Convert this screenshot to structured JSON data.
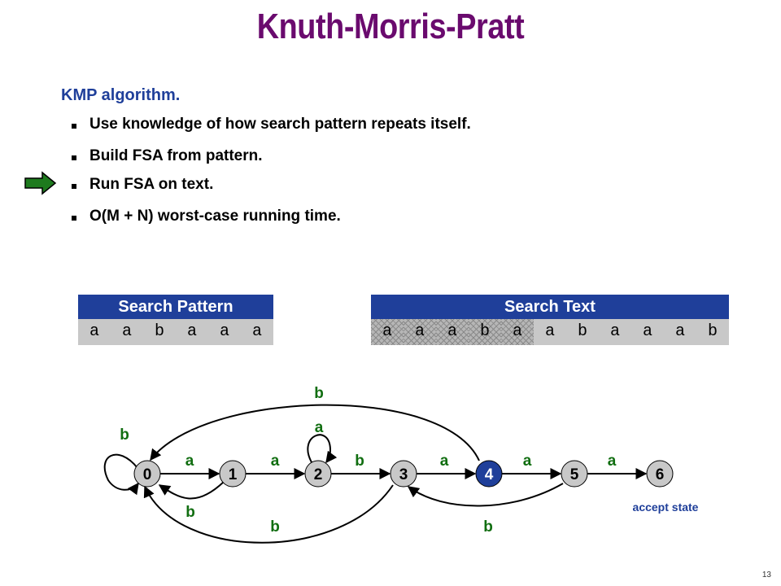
{
  "title": "Knuth-Morris-Pratt",
  "subtitle": "KMP algorithm.",
  "bullets": [
    "Use knowledge of how search pattern repeats itself.",
    "Build FSA from pattern.",
    "Run FSA on text.",
    "O(M + N) worst-case running time."
  ],
  "current_bullet_index": 2,
  "search_pattern": {
    "header": "Search Pattern",
    "chars": [
      "a",
      "a",
      "b",
      "a",
      "a",
      "a"
    ]
  },
  "search_text": {
    "header": "Search Text",
    "chars": [
      "a",
      "a",
      "a",
      "b",
      "a",
      "a",
      "b",
      "a",
      "a",
      "a",
      "b"
    ],
    "consumed_count": 5
  },
  "fsa": {
    "states": [
      "0",
      "1",
      "2",
      "3",
      "4",
      "5",
      "6"
    ],
    "current_state": "4",
    "accept_state": "6",
    "accept_label": "accept state",
    "transition_labels": {
      "t01": "a",
      "t12": "a",
      "t23": "b",
      "t34": "a",
      "t45": "a",
      "t56": "a",
      "self0": "b",
      "self2": "a",
      "t40": "b",
      "t10": "b",
      "t30": "b",
      "t53": "b"
    },
    "colors": {
      "label": "#116e11",
      "node": "#c8c8c8",
      "current_node": "#1f3f9a",
      "title": "#6a0a6e",
      "header": "#1f3f9a"
    }
  },
  "page_number": "13"
}
